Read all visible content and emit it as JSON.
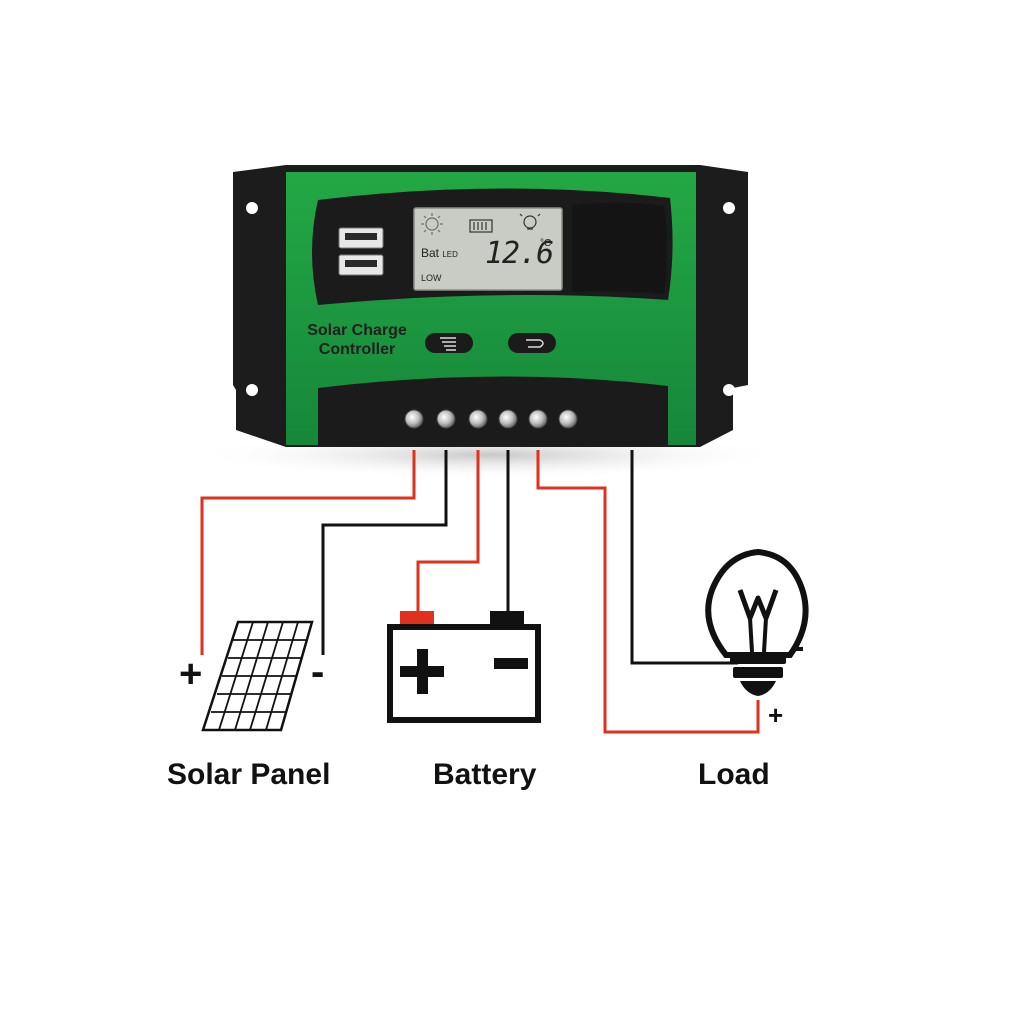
{
  "controller": {
    "brand_line1": "Solar Charge",
    "brand_line2": "Controller",
    "lcd": {
      "reading": "12.6",
      "unit": "°C",
      "bat_label": "Bat",
      "bat_sub": "LED",
      "low_label": "LOW"
    },
    "usb_ports": 2,
    "buttons": [
      "menu-button",
      "back-button"
    ],
    "terminal_count": 6,
    "colors": {
      "body_green": "#1e9a3c",
      "housing": "#1c1c1c",
      "lcd": "#c9ccc4"
    }
  },
  "components": {
    "solar_panel": {
      "label": "Solar Panel",
      "plus": "+",
      "minus": "-"
    },
    "battery": {
      "label": "Battery",
      "plus": "+",
      "minus": "-"
    },
    "load": {
      "label": "Load",
      "plus": "+",
      "minus": "-"
    }
  },
  "wires": {
    "positive_color": "#e0301e",
    "negative_color": "#111111"
  }
}
